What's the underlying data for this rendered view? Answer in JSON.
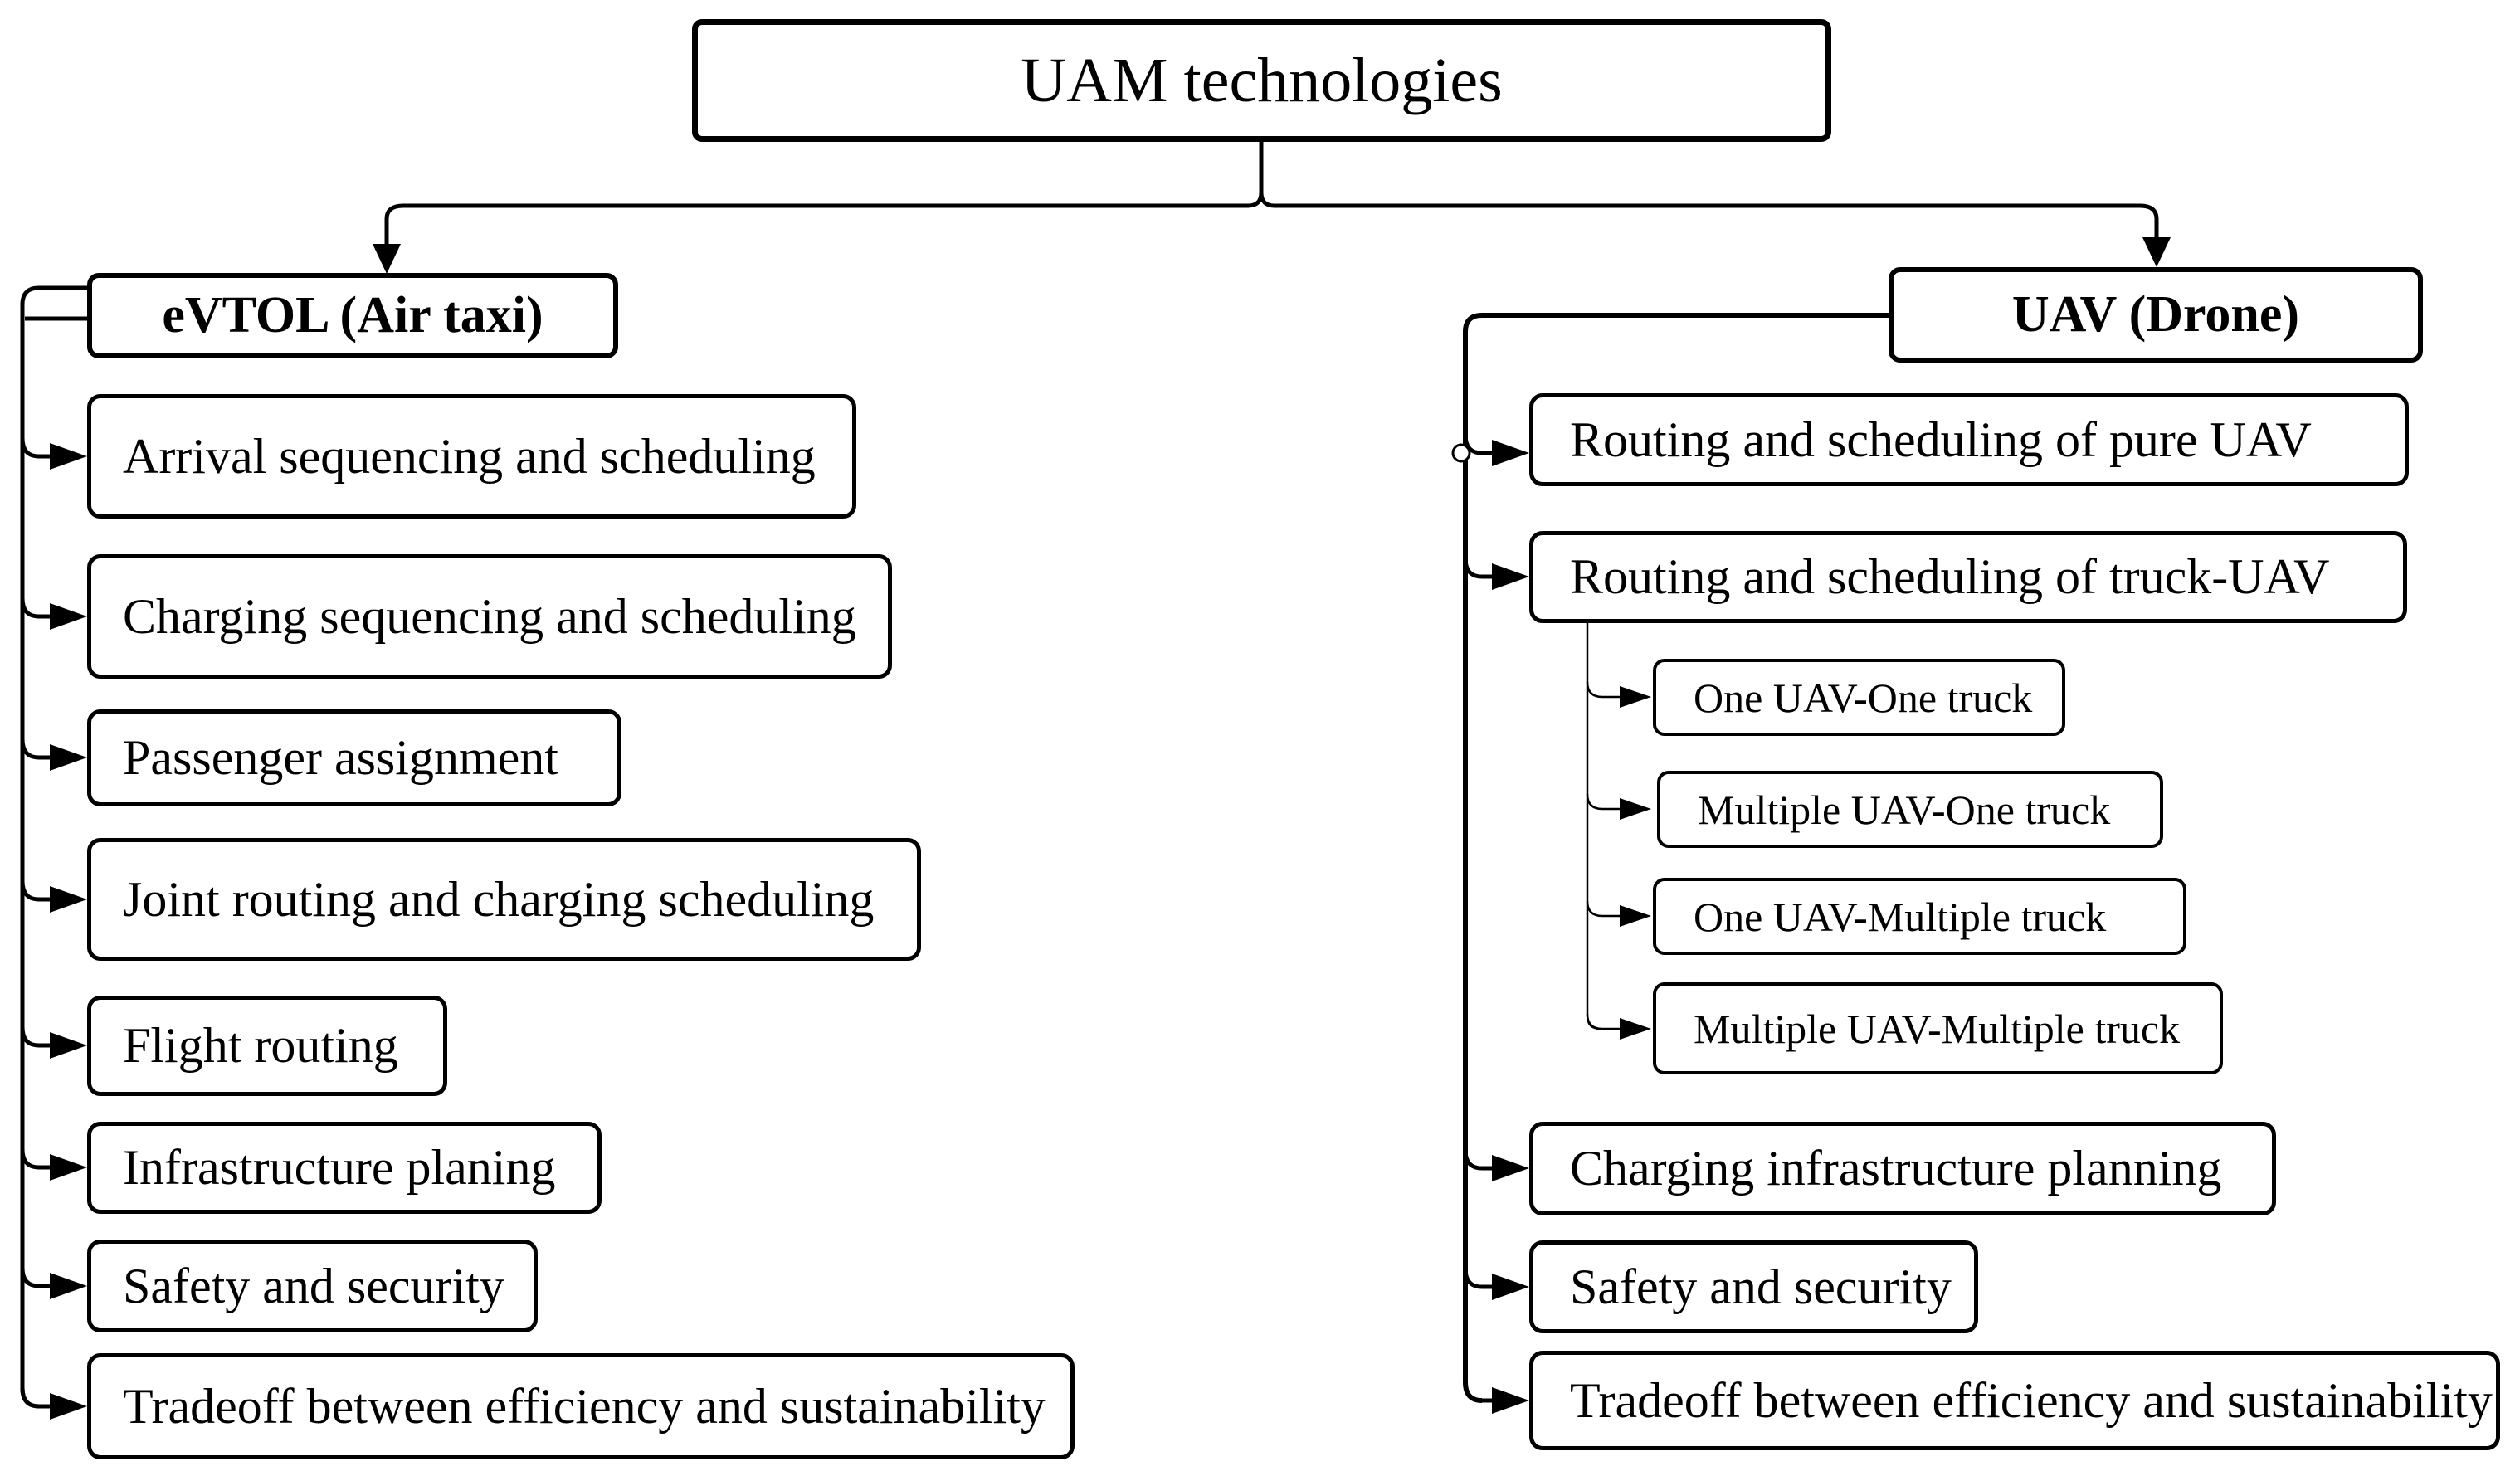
{
  "title": "UAM technologies",
  "left_branch": {
    "header": "eVTOL (Air taxi)",
    "items": [
      "Arrival sequencing and scheduling",
      "Charging sequencing and scheduling",
      "Passenger assignment",
      "Joint routing and charging scheduling",
      "Flight routing",
      "Infrastructure planing",
      "Safety and security",
      "Tradeoff between efficiency and sustainability"
    ]
  },
  "right_branch": {
    "header": "UAV (Drone)",
    "items": [
      "Routing and scheduling of pure UAV",
      "Routing and scheduling of truck-UAV",
      "Charging infrastructure planning",
      "Safety and security",
      "Tradeoff between efficiency and sustainability"
    ],
    "truck_uav_children": [
      "One UAV-One truck",
      "Multiple UAV-One truck",
      "One UAV-Multiple truck",
      "Multiple UAV-Multiple truck"
    ]
  },
  "colors": {
    "background": "#ffffff",
    "box_fill": "#ffffff",
    "stroke": "#000000",
    "text": "#000000"
  }
}
